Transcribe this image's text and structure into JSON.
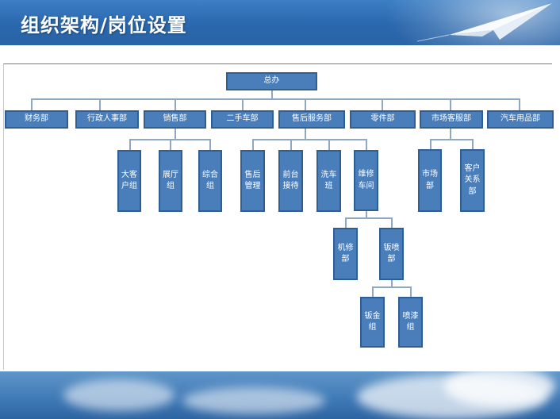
{
  "slide": {
    "title": "组织架构/岗位设置",
    "accent_color": "#2a67ad",
    "icons": [
      "paper-plane-icon"
    ]
  },
  "org_chart": {
    "root": "总办",
    "departments": [
      "财务部",
      "行政人事部",
      "销售部",
      "二手车部",
      "售后服务部",
      "零件部",
      "市场客服部",
      "汽车用品部"
    ],
    "sales_groups": [
      "大客户组",
      "展厅组",
      "综合组"
    ],
    "after_sales_groups": [
      "售后管理",
      "前台接待",
      "洗车班",
      "维修车间"
    ],
    "workshop_units": [
      "机修部",
      "钣喷部"
    ],
    "body_paint_units": [
      "钣金组",
      "喷漆组"
    ],
    "marketing_groups": [
      "市场部",
      "客户关系部"
    ]
  }
}
